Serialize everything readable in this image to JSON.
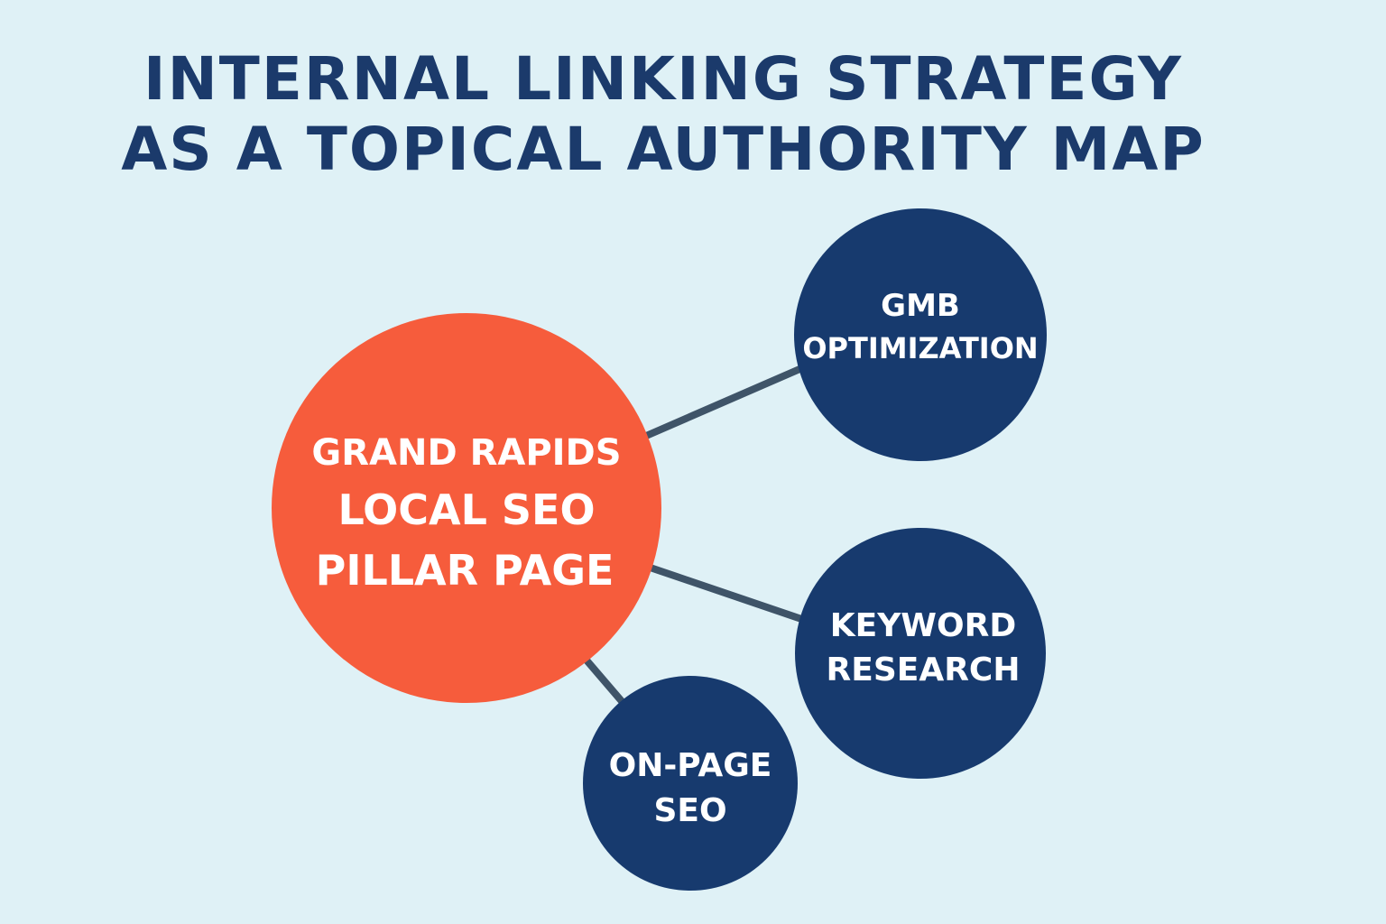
{
  "title": {
    "line1": "INTERNAL LINKING STRATEGY",
    "line2": "AS A TOPICAL AUTHORITY MAP"
  },
  "pillar": {
    "lines": [
      "GRAND RAPIDS",
      "LOCAL SEO",
      "PILLAR PAGE"
    ]
  },
  "clusters": [
    {
      "lines": [
        "GMB",
        "OPTIMIZATION"
      ]
    },
    {
      "lines": [
        "KEYWORD",
        "RESEARCH"
      ]
    },
    {
      "lines": [
        "ON-PAGE",
        "SEO"
      ]
    }
  ],
  "colors": {
    "background": "#dff1f6",
    "title": "#1b3a6b",
    "pillar": "#f65c3c",
    "cluster": "#173a6e",
    "link": "#3f5468"
  }
}
